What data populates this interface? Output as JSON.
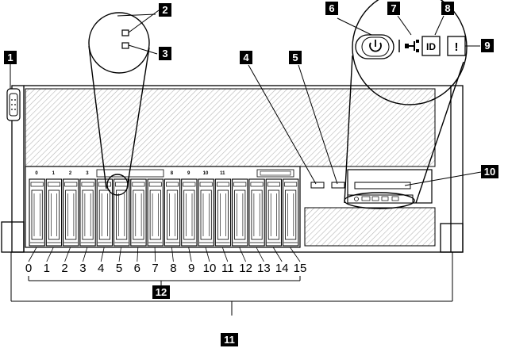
{
  "callouts": [
    "1",
    "2",
    "3",
    "4",
    "5",
    "6",
    "7",
    "8",
    "9",
    "10",
    "11",
    "12"
  ],
  "bay_numbers": [
    "0",
    "1",
    "2",
    "3",
    "4",
    "5",
    "6",
    "7",
    "8",
    "9",
    "10",
    "11",
    "12",
    "13",
    "14",
    "15"
  ],
  "bay_top_labels": [
    "0",
    "1",
    "2",
    "3",
    "8",
    "9",
    "10",
    "11"
  ],
  "icons": {
    "power": "power-icon",
    "network": "network-activity-icon",
    "identify": "id-icon",
    "error": "exclamation-icon",
    "id_label": "ID",
    "error_label": "!"
  },
  "colors": {
    "line": "#000000",
    "hatch": "#b8b8b8",
    "callout_bg": "#000000",
    "callout_fg": "#ffffff"
  }
}
